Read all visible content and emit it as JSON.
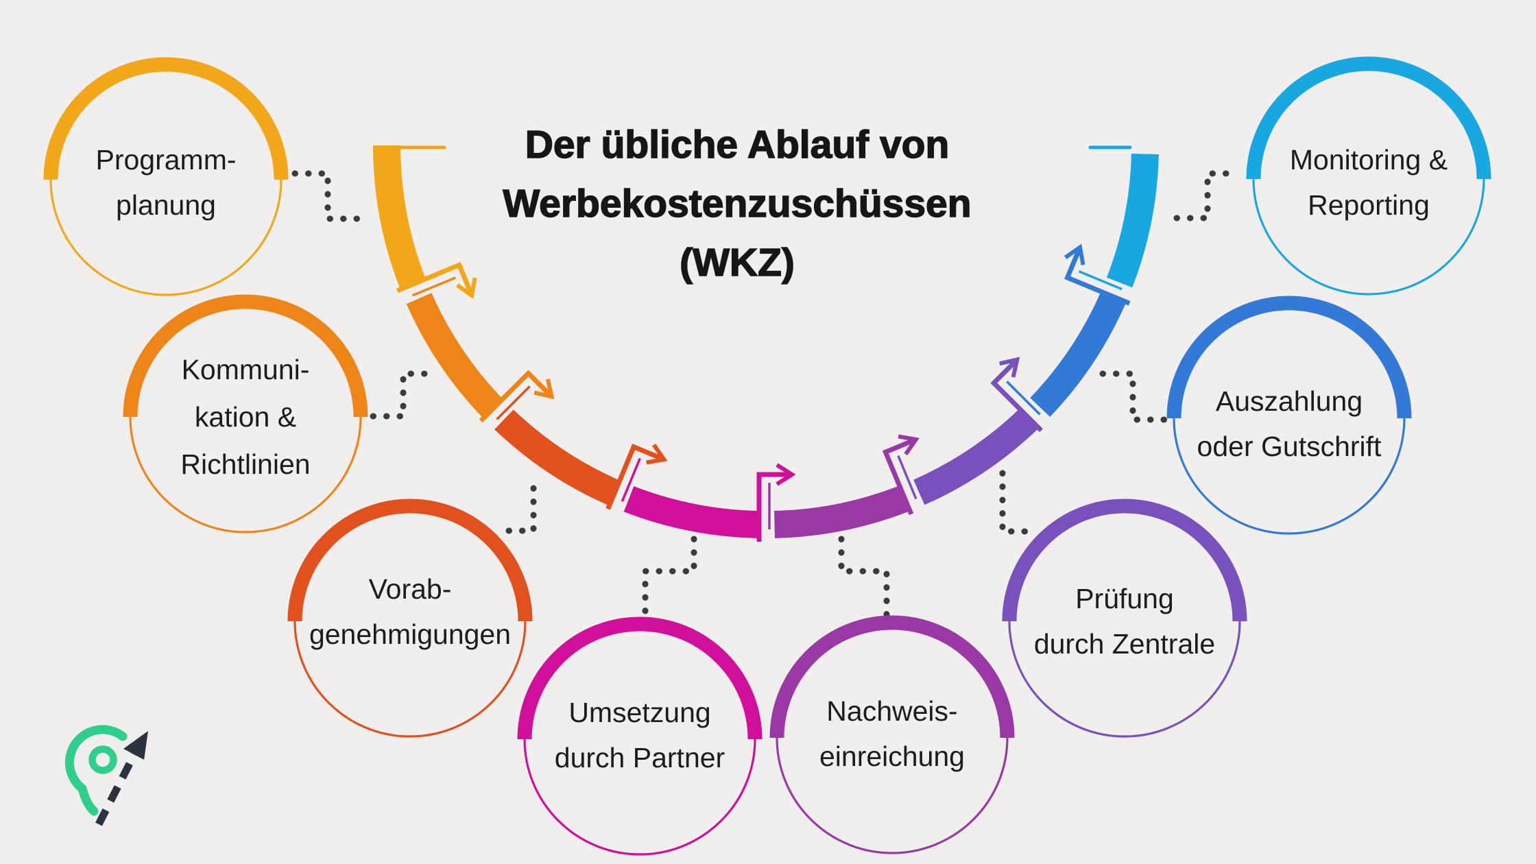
{
  "title_lines": [
    "Der übliche Ablauf von",
    "Werbekostenzuschüssen",
    "(WKZ)"
  ],
  "steps": [
    {
      "name": "programmplanung",
      "label_lines": [
        "Programm-",
        "planung"
      ],
      "color": "#F2A71B"
    },
    {
      "name": "kommunikation",
      "label_lines": [
        "Kommuni-",
        "kation &",
        "Richtlinien"
      ],
      "color": "#EE8519"
    },
    {
      "name": "vorabgenehmigungen",
      "label_lines": [
        "Vorab-",
        "genehmigungen"
      ],
      "color": "#E0511D"
    },
    {
      "name": "umsetzung",
      "label_lines": [
        "Umsetzung",
        "durch Partner"
      ],
      "color": "#D00F9A"
    },
    {
      "name": "nachweiseinreichung",
      "label_lines": [
        "Nachweis-",
        "einreichung"
      ],
      "color": "#9A39A6"
    },
    {
      "name": "pruefung",
      "label_lines": [
        "Prüfung",
        "durch Zentrale"
      ],
      "color": "#7851BC"
    },
    {
      "name": "auszahlung",
      "label_lines": [
        "Auszahlung",
        "oder Gutschrift"
      ],
      "color": "#3379D6"
    },
    {
      "name": "monitoring",
      "label_lines": [
        "Monitoring &",
        "Reporting"
      ],
      "color": "#18A7E0"
    }
  ],
  "colors": {
    "background": "#F0EFED",
    "text": "#1C1C1C",
    "title_text": "#161616",
    "connector_dots": "#3B3B3B"
  },
  "logo": {
    "pin_color": "#2FCE8D",
    "arrow_color": "#2B3240"
  }
}
